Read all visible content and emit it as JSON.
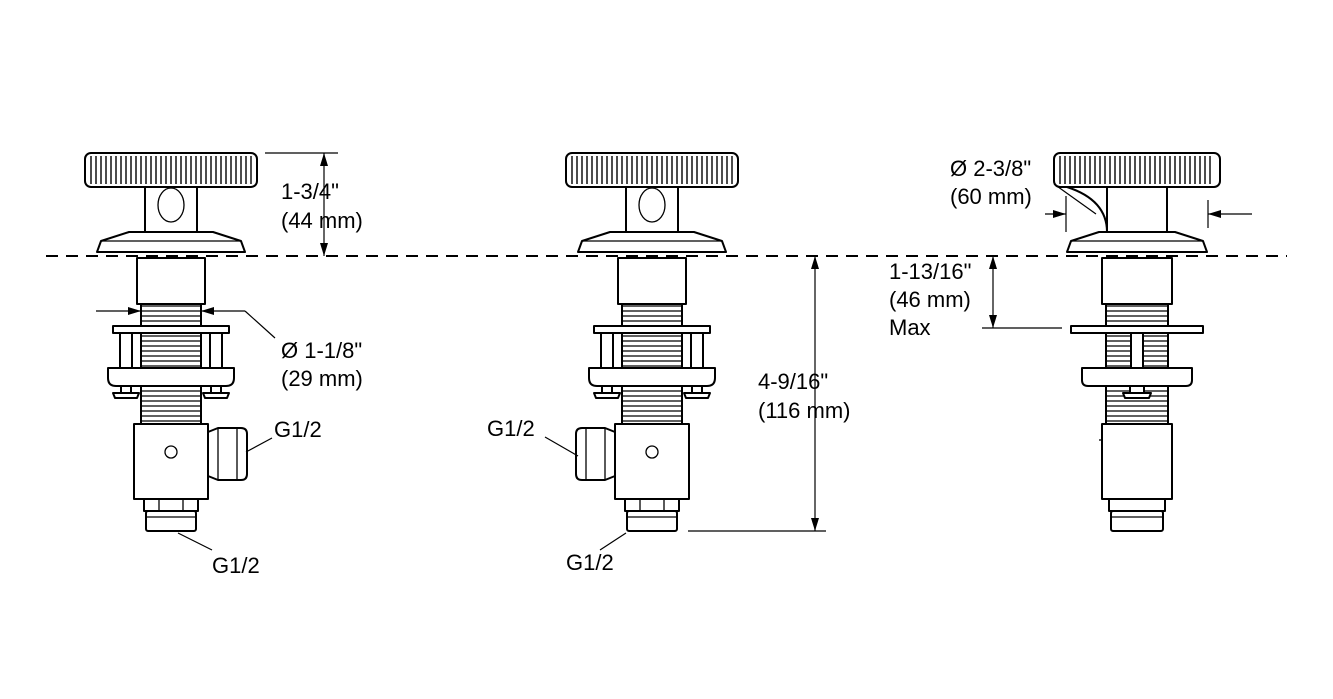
{
  "dimensions": {
    "handle_height": {
      "line1": "1-3/4\"",
      "line2": "(44 mm)"
    },
    "shank_diameter": {
      "line1": "Ø 1-1/8\"",
      "line2": "(29 mm)"
    },
    "below_deck_length": {
      "line1": "4-9/16\"",
      "line2": "(116 mm)"
    },
    "handle_diameter": {
      "line1": "Ø 2-3/8\"",
      "line2": "(60 mm)"
    },
    "max_deck_thickness": {
      "line1": "1-13/16\"",
      "line2": "(46 mm)",
      "line3": "Max"
    }
  },
  "connections": {
    "left_side_outlet": "G1/2",
    "left_bottom_inlet": "G1/2",
    "center_side_outlet": "G1/2",
    "center_bottom_inlet": "G1/2"
  }
}
